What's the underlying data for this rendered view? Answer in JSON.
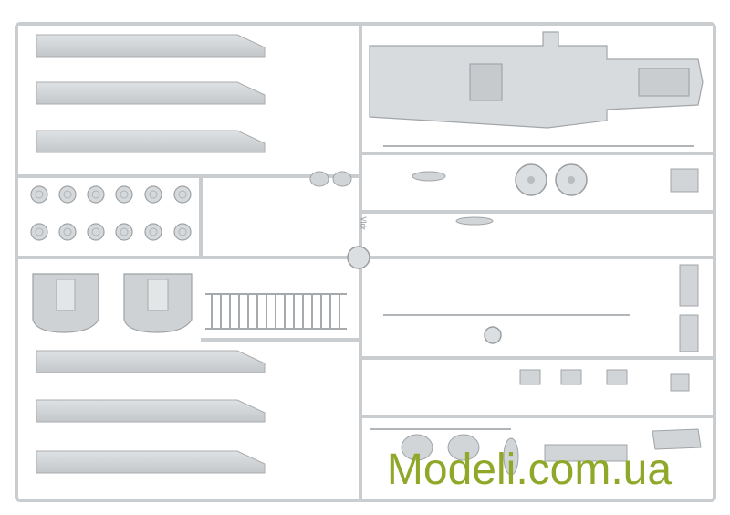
{
  "image": {
    "watermark": "Modeli.com.ua",
    "sprue_code": "Vldr",
    "colors": {
      "background": "#ffffff",
      "plastic": "#d3d6d8",
      "plastic_shadow": "#b2b6b9",
      "watermark": "#8fa82a"
    },
    "icons": [
      "rotor-blade",
      "wheel",
      "seat",
      "fuselage-panel",
      "dish"
    ]
  }
}
